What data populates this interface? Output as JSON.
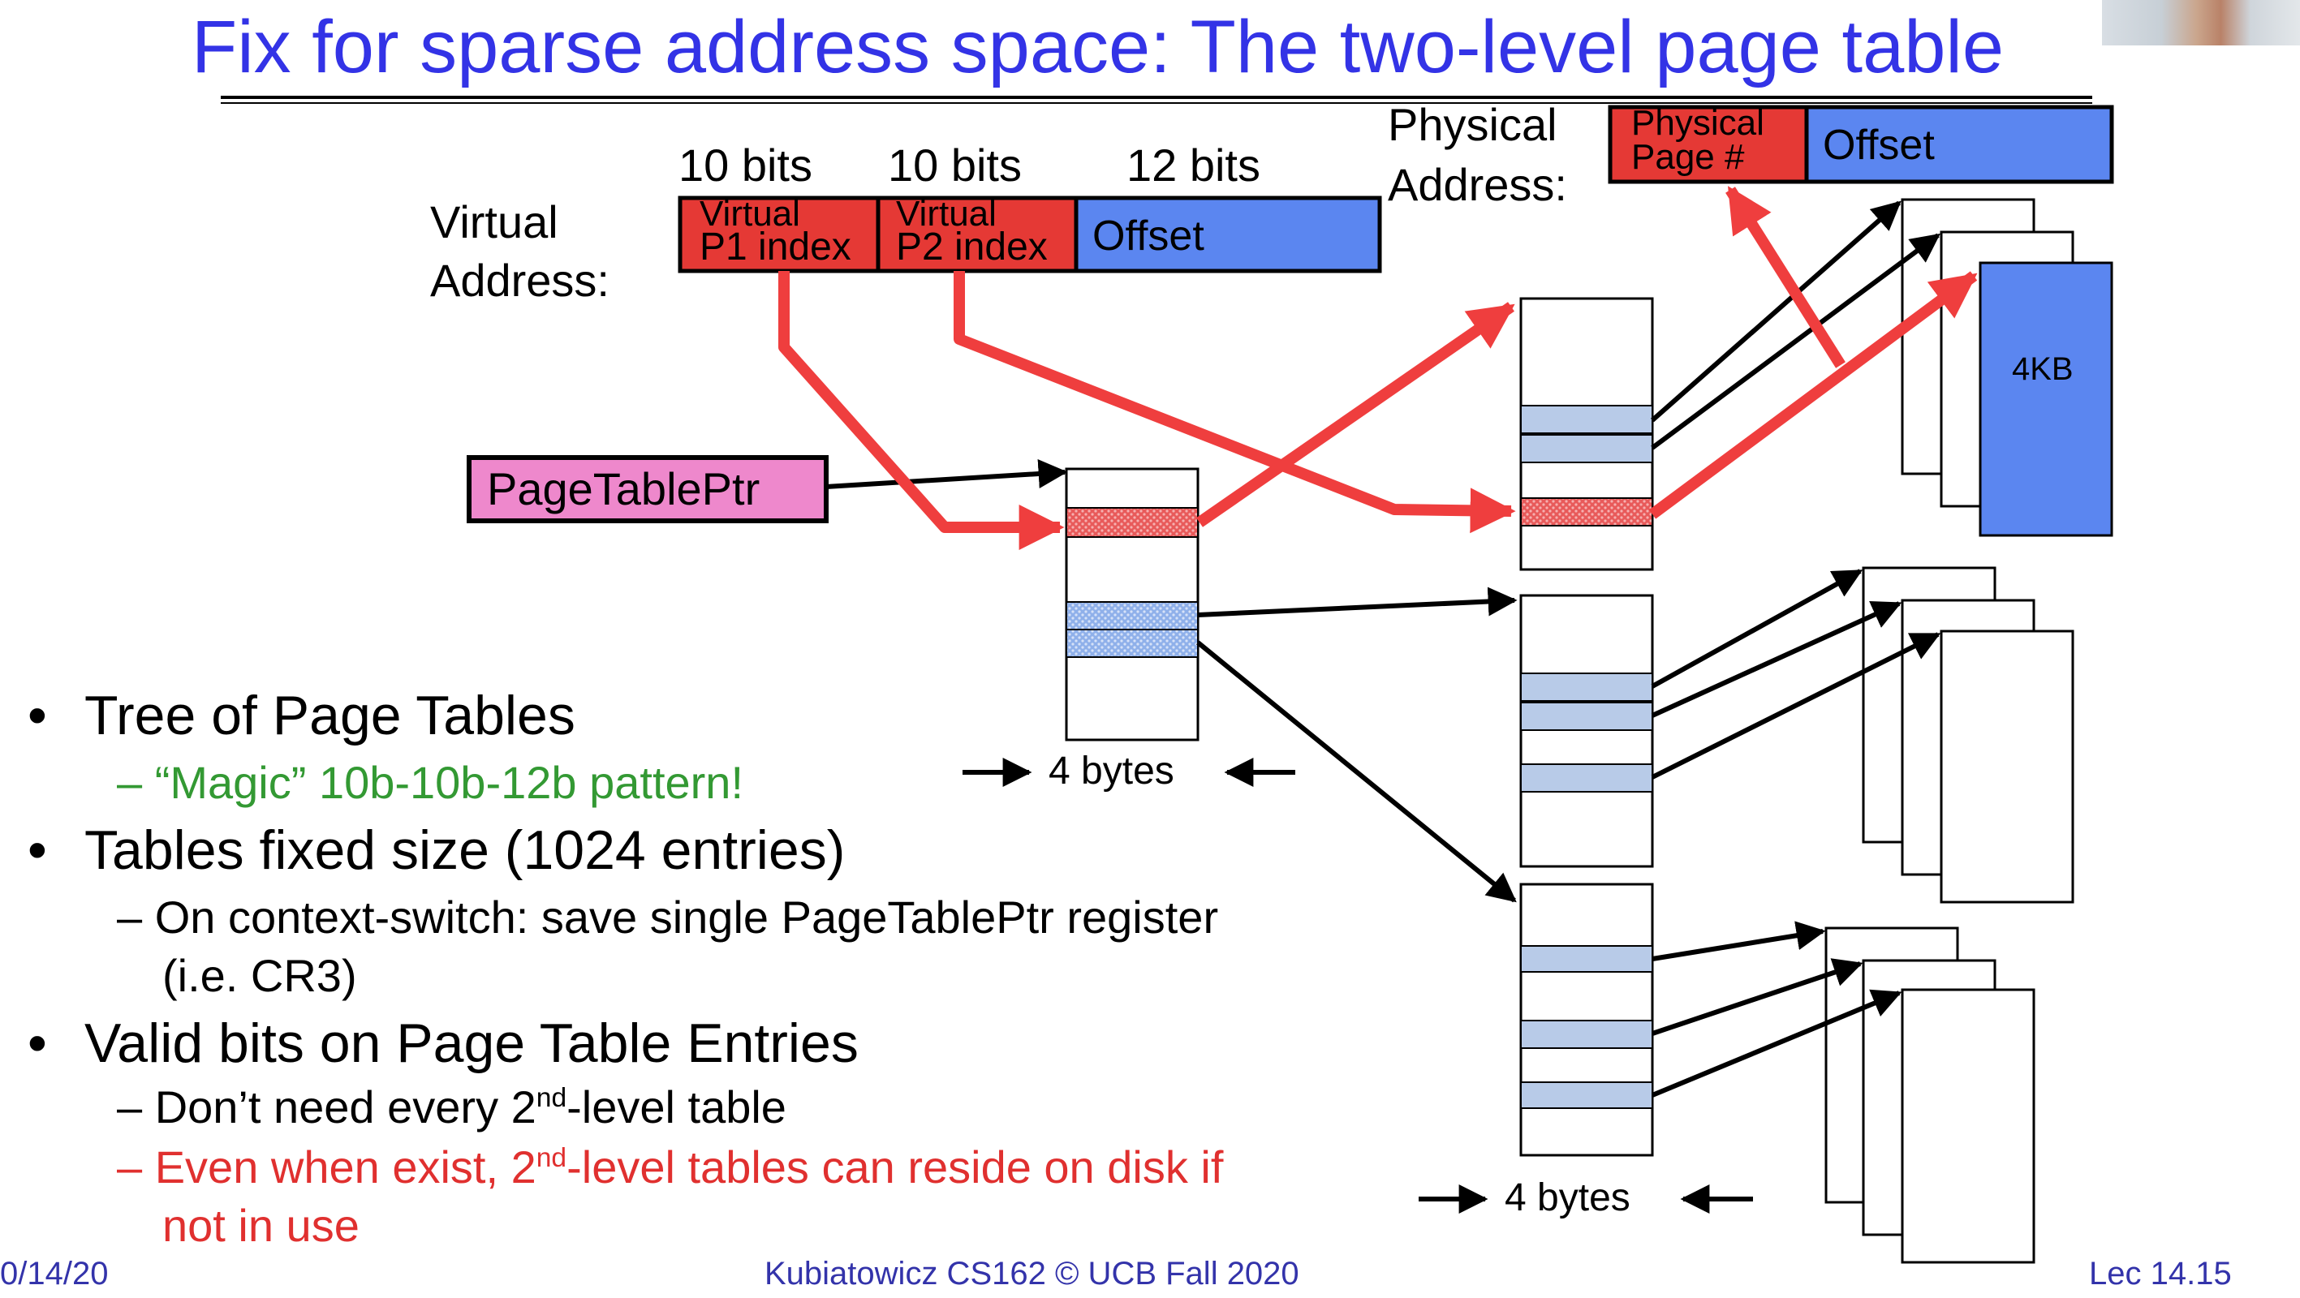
{
  "title": "Fix for sparse address space: The two-level page table",
  "virtual_address": {
    "label_line1": "Virtual",
    "label_line2": "Address:",
    "bits": [
      "10 bits",
      "10 bits",
      "12 bits"
    ],
    "fields": [
      {
        "line1": "Virtual",
        "line2": "P1 index"
      },
      {
        "line1": "Virtual",
        "line2": "P2 index"
      },
      {
        "line1": "Offset",
        "line2": ""
      }
    ]
  },
  "physical_address": {
    "label_line1": "Physical",
    "label_line2": "Address:",
    "fields": [
      {
        "line1": "Physical",
        "line2": "Page #"
      },
      {
        "line1": "Offset",
        "line2": ""
      }
    ]
  },
  "page_table_ptr": "PageTablePtr",
  "page_label": "4KB",
  "entry_size_label_1": "4 bytes",
  "entry_size_label_2": "4 bytes",
  "bullets": [
    {
      "text": "Tree of Page Tables",
      "subs": [
        {
          "text": "“Magic” 10b-10b-12b pattern!",
          "color": "green"
        }
      ]
    },
    {
      "text": "Tables fixed size (1024 entries)",
      "subs": [
        {
          "text": "On context-switch: save single PageTablePtr register",
          "cont": "(i.e. CR3)"
        }
      ]
    },
    {
      "text": "Valid bits on Page Table Entries",
      "subs": [
        {
          "pre": "Don’t need every 2",
          "sup": "nd",
          "post": "-level table"
        },
        {
          "pre": "Even when exist, 2",
          "sup": "nd",
          "post": "-level tables can reside on disk if",
          "cont": "not in use",
          "color": "red"
        }
      ]
    }
  ],
  "footer": {
    "left": "0/14/20",
    "center": "Kubiatowicz CS162 © UCB Fall 2020",
    "right": "Lec 14.15"
  },
  "colors": {
    "title": "#3333e6",
    "red_field": "#e53935",
    "blue_field": "#5b86f0",
    "ptr_fill": "#ee88cc",
    "arrow_red": "#ef3e3e",
    "entry_blue": "#b8cbe8",
    "text_green": "#339933",
    "text_red": "#e0302f"
  }
}
